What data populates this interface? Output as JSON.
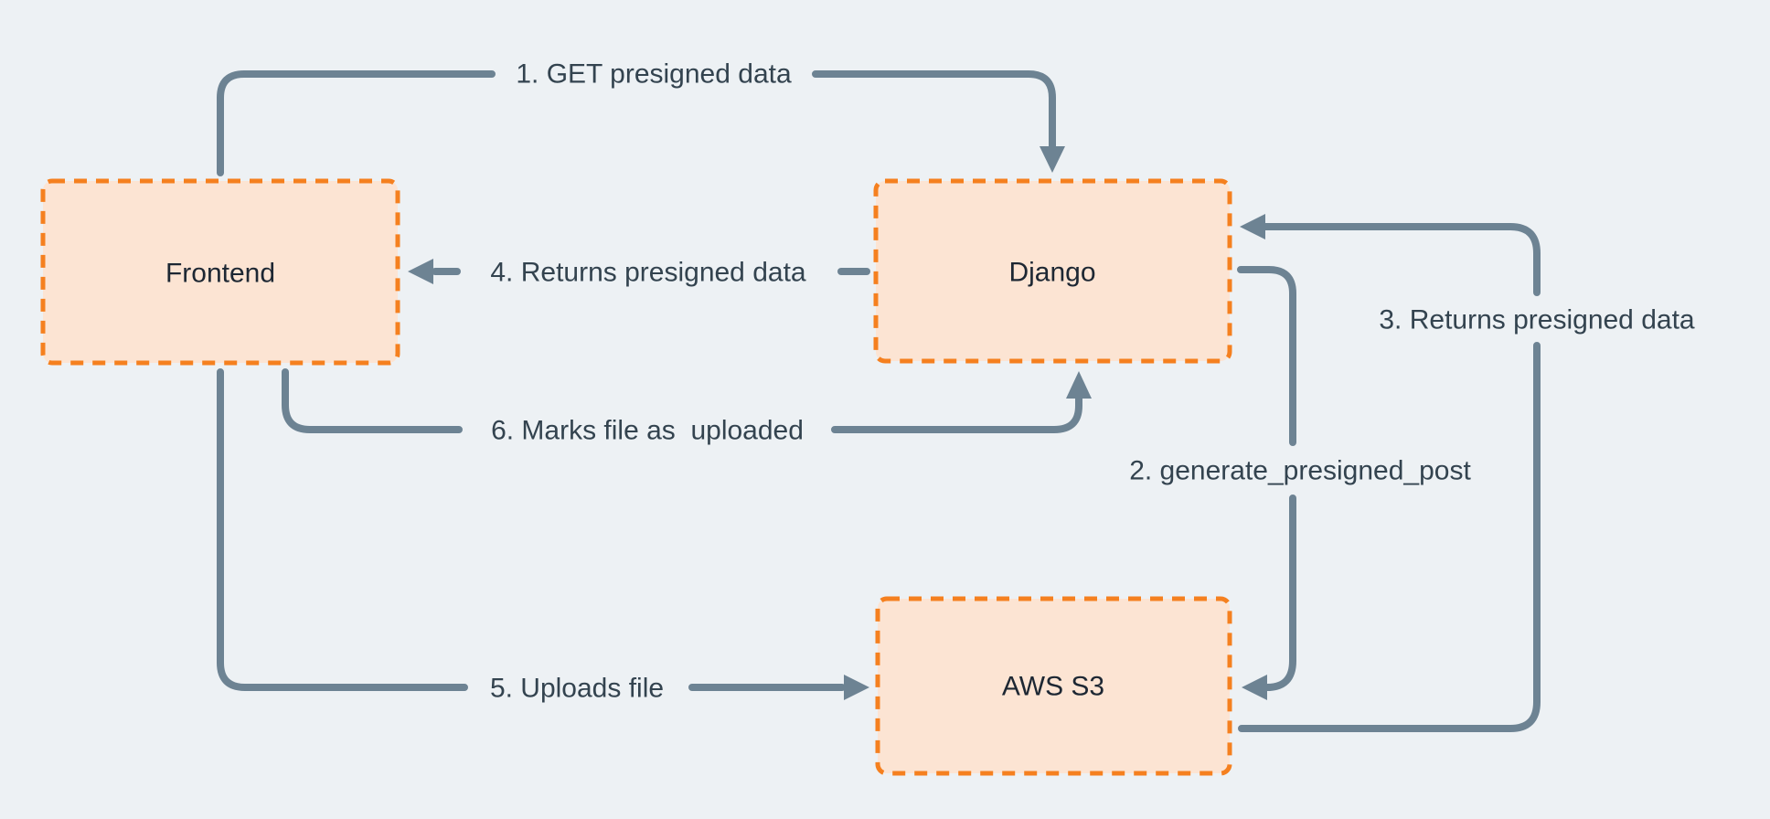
{
  "diagram": {
    "colors": {
      "bg": "#edf1f4",
      "box-fill": "#fce4d3",
      "box-border": "#f5801f",
      "arrow": "#6d8393",
      "edge-text": "#33434f",
      "node-text": "#1d2733"
    },
    "nodes": [
      {
        "id": "frontend",
        "label": "Frontend"
      },
      {
        "id": "django",
        "label": "Django"
      },
      {
        "id": "aws-s3",
        "label": "AWS S3"
      }
    ],
    "edges": [
      {
        "id": "1",
        "label": "1. GET presigned data",
        "from": "Frontend",
        "to": "Django"
      },
      {
        "id": "2",
        "label": "2. generate_presigned_post",
        "from": "Django",
        "to": "AWS S3"
      },
      {
        "id": "3",
        "label": "3. Returns presigned data",
        "from": "AWS S3",
        "to": "Django"
      },
      {
        "id": "4",
        "label": "4. Returns presigned data",
        "from": "Django",
        "to": "Frontend"
      },
      {
        "id": "5",
        "label": "5. Uploads file",
        "from": "Frontend",
        "to": "AWS S3"
      },
      {
        "id": "6",
        "label": "6. Marks file as  uploaded",
        "from": "Frontend",
        "to": "Django"
      }
    ]
  }
}
